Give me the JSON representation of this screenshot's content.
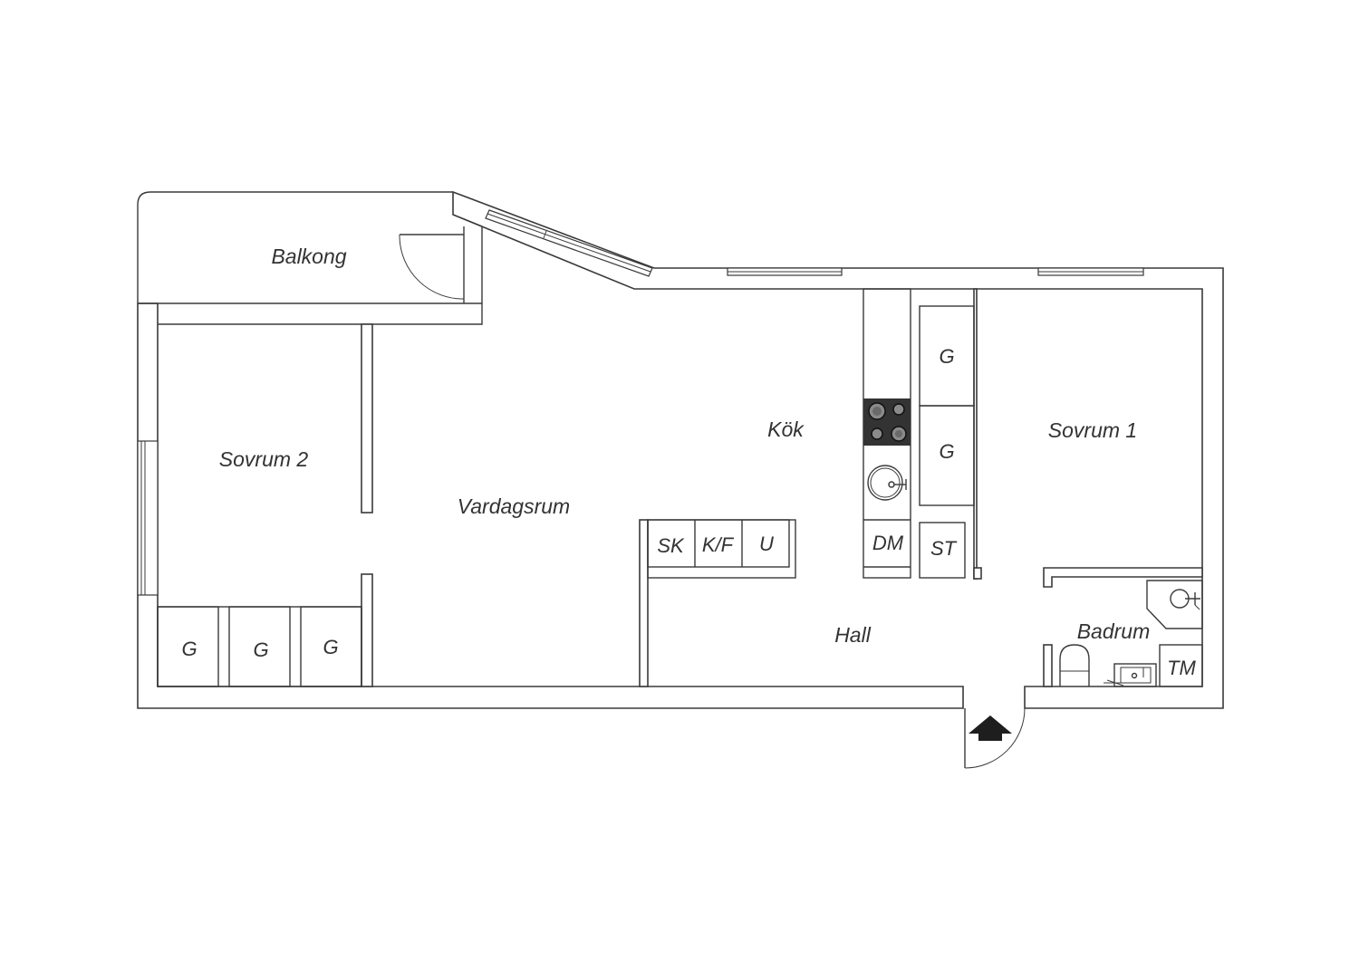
{
  "rooms": {
    "balkong": "Balkong",
    "sovrum2": "Sovrum 2",
    "vardagsrum": "Vardagsrum",
    "kok": "Kök",
    "sovrum1": "Sovrum 1",
    "hall": "Hall",
    "badrum": "Badrum"
  },
  "fixtures": {
    "wardrobe": "G",
    "freezer": "SK",
    "fridge_freezer": "K/F",
    "oven": "U",
    "dishwasher": "DM",
    "cleaning_closet": "ST",
    "dryer": "TM"
  },
  "colors": {
    "wall": "#3a3a3a",
    "stove": "#333333",
    "background": "#ffffff"
  },
  "icons": {
    "entrance": "entrance-arrow-icon",
    "stove": "stove-icon",
    "sink": "sink-icon",
    "toilet": "toilet-icon",
    "shower": "shower-icon"
  }
}
